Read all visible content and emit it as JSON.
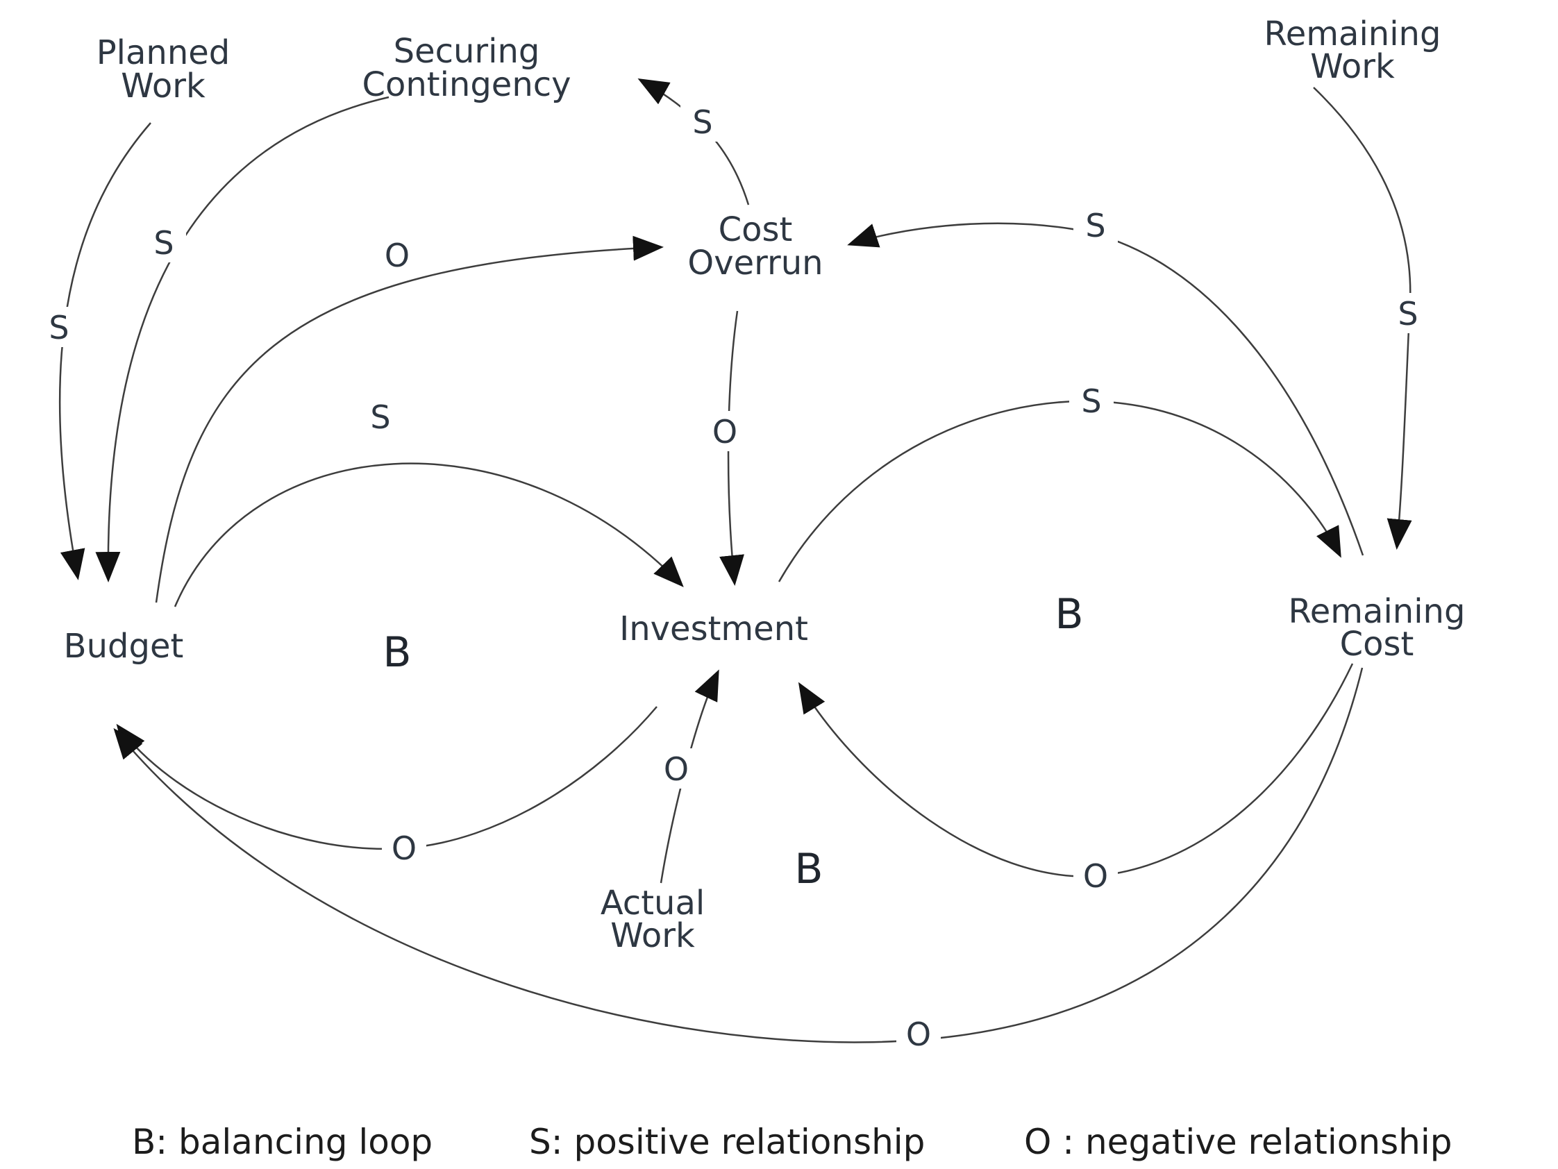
{
  "diagram": {
    "nodes": [
      {
        "id": "planned-work",
        "lines": [
          "Planned",
          "Work"
        ]
      },
      {
        "id": "securing-contingency",
        "lines": [
          "Securing",
          "Contingency"
        ]
      },
      {
        "id": "remaining-work",
        "lines": [
          "Remaining",
          "Work"
        ]
      },
      {
        "id": "cost-overrun",
        "lines": [
          "Cost",
          "Overrun"
        ]
      },
      {
        "id": "budget",
        "lines": [
          "Budget"
        ]
      },
      {
        "id": "investment",
        "lines": [
          "Investment"
        ]
      },
      {
        "id": "remaining-cost",
        "lines": [
          "Remaining",
          "Cost"
        ]
      },
      {
        "id": "actual-work",
        "lines": [
          "Actual",
          "Work"
        ]
      }
    ],
    "edges": [
      {
        "from": "planned-work",
        "to": "budget",
        "label": "S"
      },
      {
        "from": "securing-contingency",
        "to": "budget",
        "label": "S"
      },
      {
        "from": "cost-overrun",
        "to": "securing-contingency",
        "label": "S"
      },
      {
        "from": "budget",
        "to": "cost-overrun",
        "label": "O"
      },
      {
        "from": "remaining-cost",
        "to": "cost-overrun",
        "label": "S"
      },
      {
        "from": "cost-overrun",
        "to": "investment",
        "label": "O"
      },
      {
        "from": "budget",
        "to": "investment",
        "label": "S"
      },
      {
        "from": "investment",
        "to": "remaining-cost",
        "label": "S"
      },
      {
        "from": "remaining-work",
        "to": "remaining-cost",
        "label": "S"
      },
      {
        "from": "actual-work",
        "to": "investment",
        "label": "O"
      },
      {
        "from": "remaining-cost",
        "to": "investment",
        "label": "O"
      },
      {
        "from": "investment",
        "to": "budget",
        "label": "O"
      },
      {
        "from": "remaining-cost",
        "to": "budget",
        "label": "O"
      }
    ],
    "loops": [
      {
        "id": "loop-budget-investment",
        "label": "B"
      },
      {
        "id": "loop-investment-remaining-cost",
        "label": "B"
      },
      {
        "id": "loop-actual-work-investment",
        "label": "B"
      }
    ],
    "legend": {
      "items": [
        "B: balancing loop",
        "S: positive relationship",
        "O : negative relationship"
      ]
    },
    "colors": {
      "line": "#3d3d3d",
      "arrow": "#111111",
      "text": "#2e3742",
      "background": "#ffffff"
    }
  }
}
